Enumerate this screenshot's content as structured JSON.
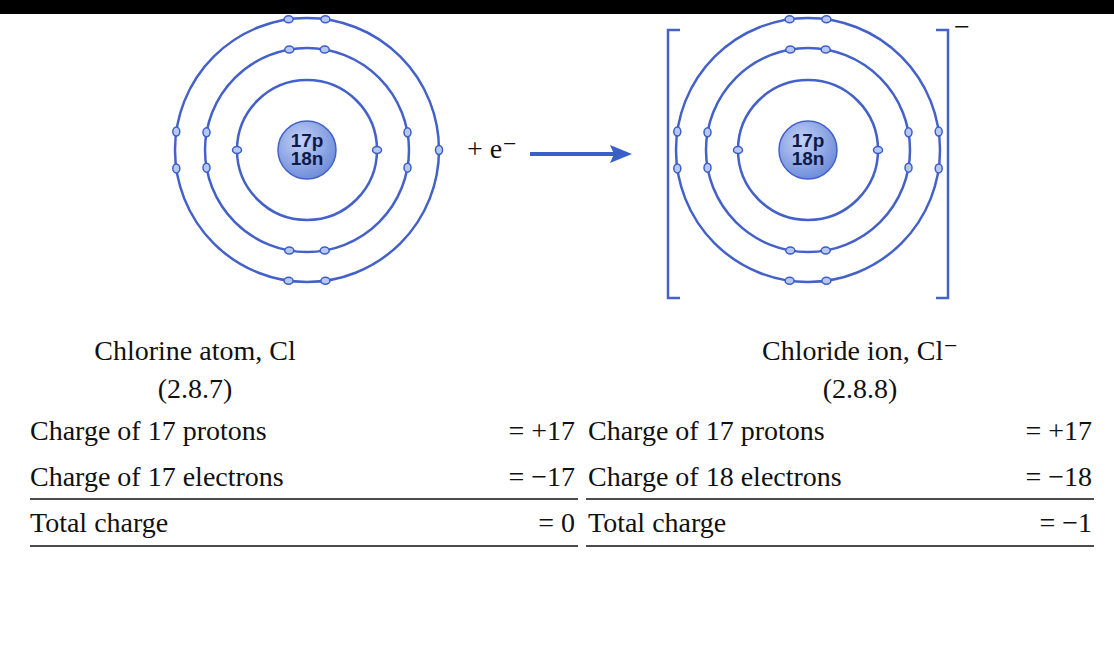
{
  "diagram": {
    "nodes": [
      {
        "text": [
          "17p 18n"
        ]
      },
      {
        "text": [
          "17p 18n"
        ]
      }
    ],
    "labels": [
      "+ e⁻",
      "−",
      "Chlorine atom, Cl",
      "(2.8.7)",
      "Charge of 17 protons",
      "= +17",
      "Charge of 17 electrons",
      "= −17",
      "Total charge",
      "= 0",
      "Chloride ion, Cl⁻",
      "(2.8.8)",
      "Charge of 17 protons",
      "= +17",
      "Charge of 18 electrons",
      "= −18",
      "Total charge",
      "= −1"
    ]
  }
}
